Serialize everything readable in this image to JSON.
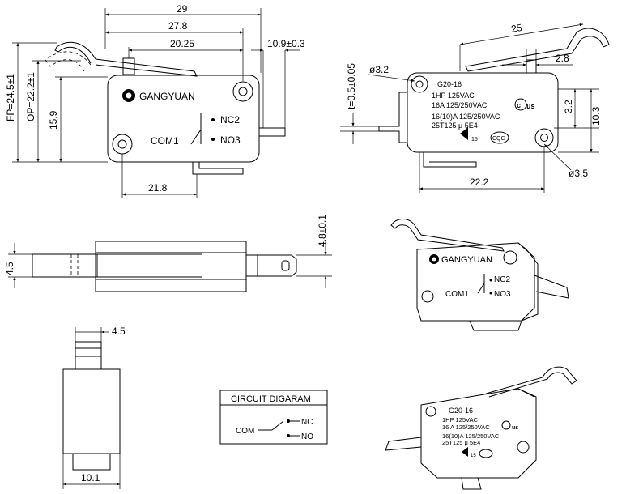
{
  "front_view": {
    "dim_overall": "29",
    "dim_pivot": "27.8",
    "dim_plunger": "20.25",
    "dim_terminal": "10.9±0.3",
    "dim_fp": "FP=24.5±1",
    "dim_op": "OP=22.2±1",
    "dim_height": "15.9",
    "dim_com": "21.8",
    "brand": "GANGYUAN",
    "label_nc": "NC2",
    "label_no": "NO3",
    "label_com": "COM1"
  },
  "rear_view": {
    "dim_lever": "25",
    "dim_plunger": "2.8",
    "dim_hole": "ø3.2",
    "dim_t": "t=0.5±0.05",
    "dim_hole_offset": "3.2",
    "dim_hole_height": "10.3",
    "dim_hole2": "ø3.5",
    "dim_width": "22.2",
    "model": "G20-16",
    "rating1": "1HP 125VAC",
    "rating2": "16A 125/250VAC",
    "rating3": "16(10)A 125/250VAC",
    "rating4": "25T125 μ 5E4",
    "cert_ul": "us",
    "cert_cqc": "CQC",
    "cert_k": "15"
  },
  "side_view": {
    "dim_thickness": "4.8±0.1",
    "dim_body": "4.5"
  },
  "bottom_view": {
    "dim_tab": "4.5",
    "dim_width": "10.1"
  },
  "circuit": {
    "title": "CIRCUIT DIGARAM",
    "com": "COM",
    "nc": "NC",
    "no": "NO"
  },
  "iso_front": {
    "brand": "GANGYUAN",
    "label_nc": "NC2",
    "label_no": "NO3",
    "label_com": "COM1"
  },
  "iso_rear": {
    "model": "G20-16",
    "rating1": "1HP 125VAC",
    "rating2": "16 A 125/250VAC",
    "rating3": "16(10)A 125/250VAC",
    "rating4": "25T125 μ 5E4",
    "cert_ul": "us",
    "cert_k": "15"
  }
}
